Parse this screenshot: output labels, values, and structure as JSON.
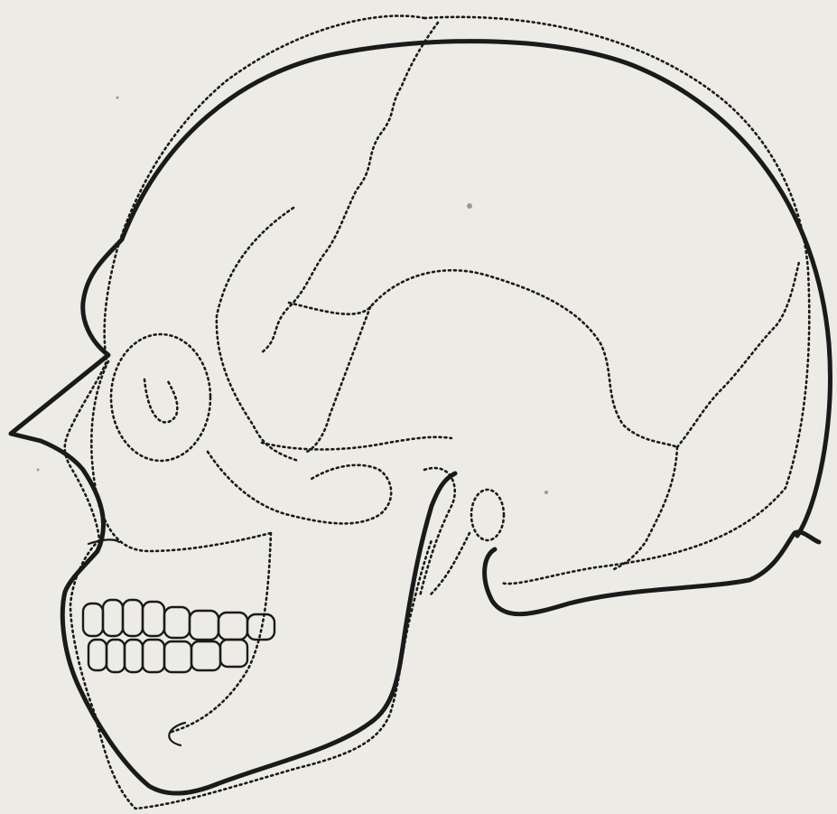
{
  "figure": {
    "subject": "skull-comparison-outline",
    "colors": {
      "paper": "#ecebe6",
      "ink": "#1a1a1a"
    },
    "line_styles": [
      "solid",
      "dotted"
    ]
  }
}
